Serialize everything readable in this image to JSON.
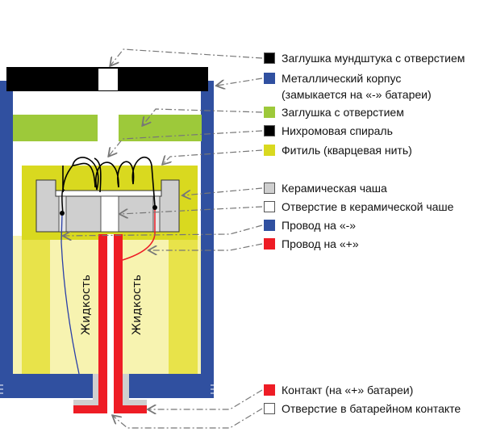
{
  "colors": {
    "body_blue": "#3050a0",
    "plug_green": "#9dc93a",
    "wick_yellow": "#d9d91f",
    "liquid_pale": "#f7f3b0",
    "ceramic_gray": "#cfcfcf",
    "contact_red": "#ee1c25",
    "cap_black": "#000000"
  },
  "diagram": {
    "liquid_label_left": "Жидкость",
    "liquid_label_right": "Жидкость"
  },
  "legend": [
    {
      "label": "Заглушка мундштука с отверстием",
      "color": "#000000"
    },
    {
      "label": "Металлический корпус",
      "label2": "(замыкается на «-» батареи)",
      "color": "#3050a0"
    },
    {
      "label": "Заглушка с отверстием",
      "color": "#9dc93a"
    },
    {
      "label": "Нихромовая спираль",
      "color": "#000000"
    },
    {
      "label": "Фитиль (кварцевая нить)",
      "color": "#d9d91f"
    },
    {
      "label": "Керамическая чаша",
      "color": "#cfcfcf"
    },
    {
      "label": "Отверстие в керамической чаше",
      "color": "#ffffff"
    },
    {
      "label": "Провод на «-»",
      "color": "#3050a0"
    },
    {
      "label": "Провод на «+»",
      "color": "#ee1c25"
    },
    {
      "label": "Контакт (на «+» батареи)",
      "color": "#ee1c25"
    },
    {
      "label": "Отверстие в батарейном контакте",
      "color": "#ffffff"
    }
  ]
}
